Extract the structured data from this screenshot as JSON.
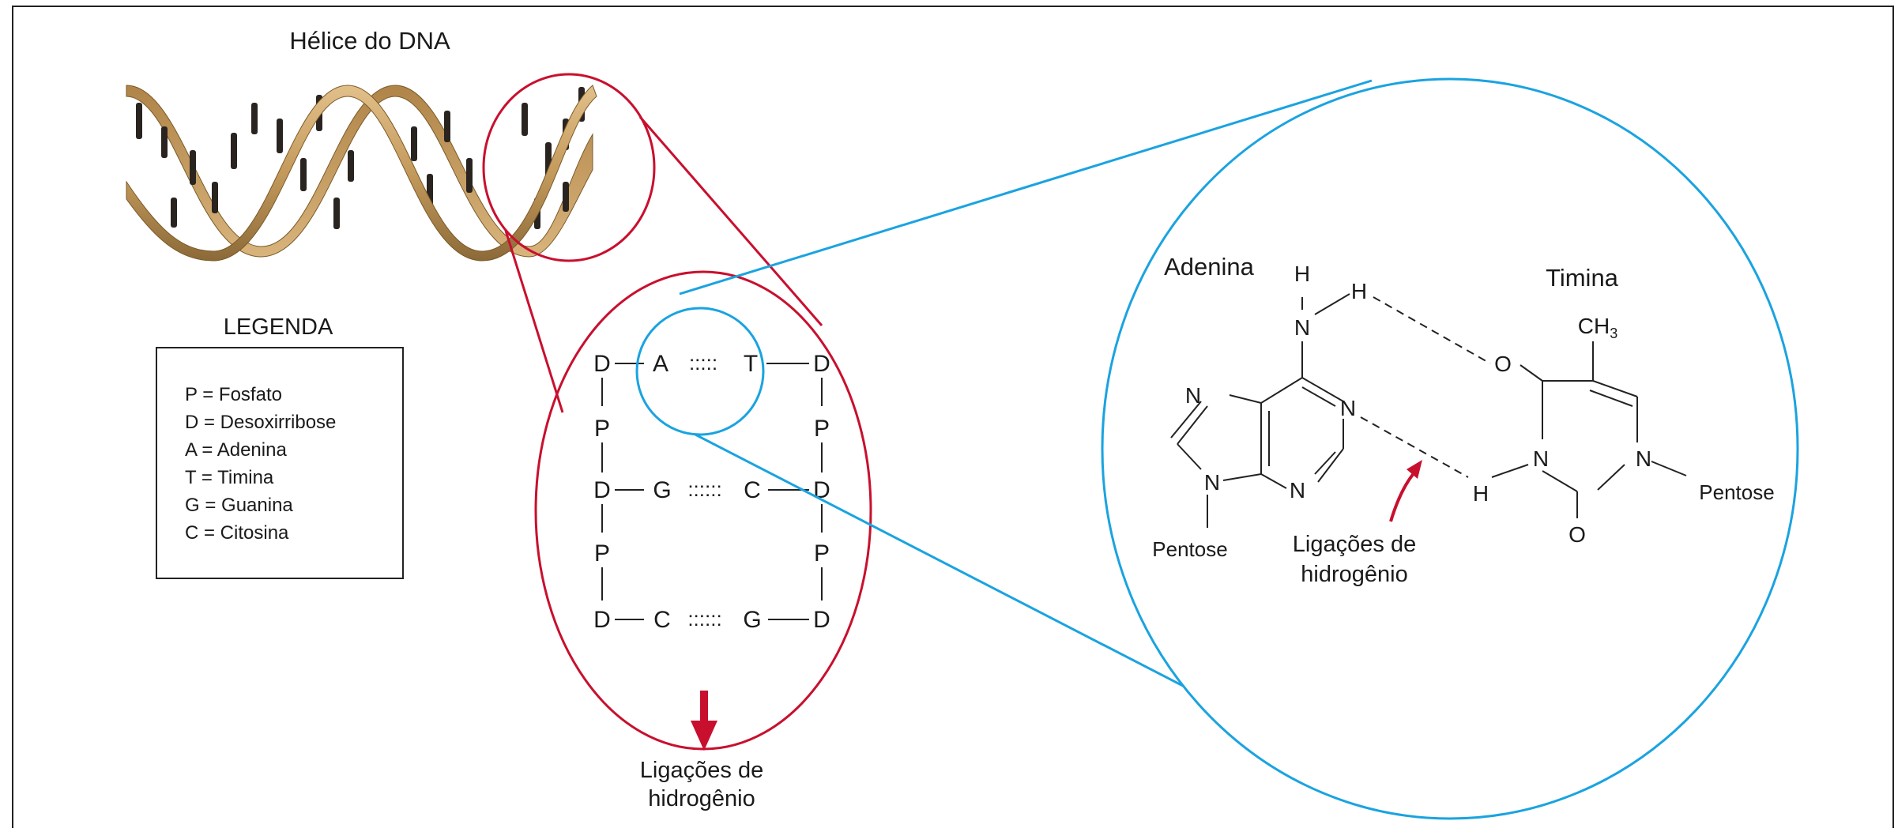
{
  "helix": {
    "title": "Hélice do DNA"
  },
  "legend": {
    "title": "LEGENDA",
    "items": [
      "P = Fosfato",
      "D = Desoxirribose",
      "A = Adenina",
      "T = Timina",
      "G = Guanina",
      "C = Citosina"
    ]
  },
  "ladder": {
    "rows": [
      {
        "left": "D",
        "base1": "A",
        "bonds": ":::::",
        "base2": "T",
        "right": "D"
      },
      {
        "left": "D",
        "base1": "G",
        "bonds": "::::::",
        "base2": "C",
        "right": "D"
      },
      {
        "left": "D",
        "base1": "C",
        "bonds": "::::::",
        "base2": "G",
        "right": "D"
      }
    ],
    "phosphate": "P",
    "hydrogen_bonds_label": [
      "Ligações de",
      "hidrogênio"
    ]
  },
  "detail": {
    "adenine_label": "Adenina",
    "thymine_label": "Timina",
    "atoms": {
      "h": "H",
      "n": "N",
      "o": "O",
      "ch3": "CH",
      "ch3_sub": "3"
    },
    "pentose_label": "Pentose",
    "hydrogen_bonds_label": [
      "Ligações de",
      "hidrogênio"
    ]
  },
  "colors": {
    "frame": "#222222",
    "red_zoom": "#c8102e",
    "blue_zoom": "#1aa3e0",
    "arrow": "#c8102e",
    "helix_gold": "#c8a060",
    "helix_dark": "#8a6530",
    "base_pair": "#2a2420"
  }
}
